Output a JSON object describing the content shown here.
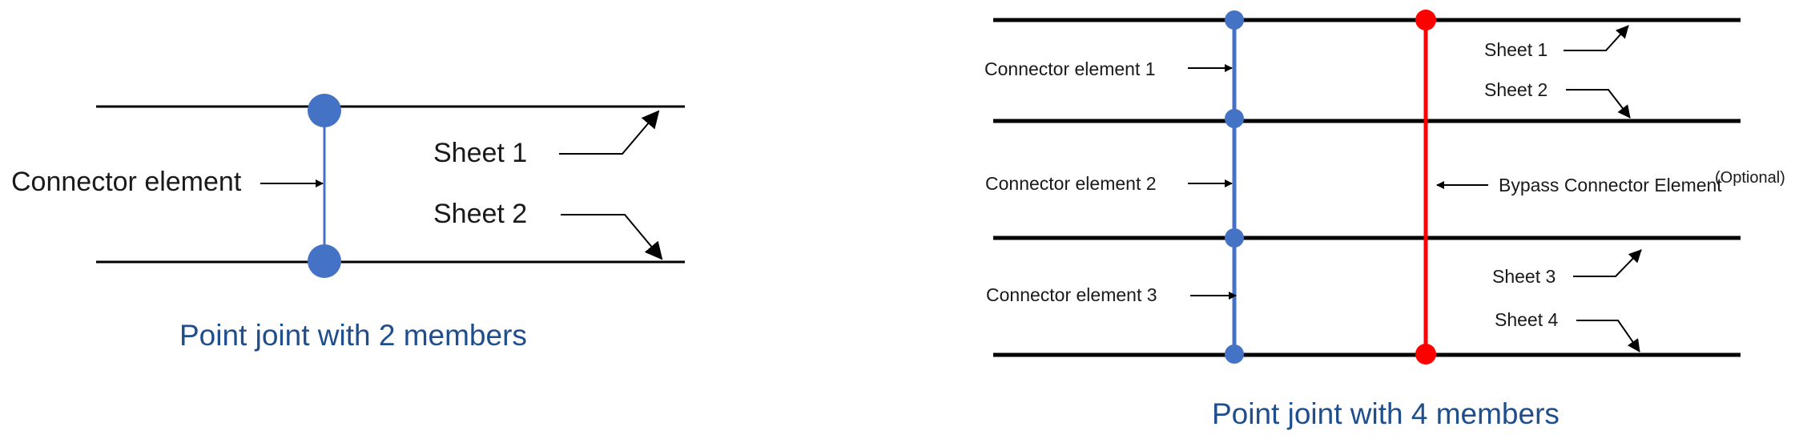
{
  "left_diagram": {
    "connector_label": "Connector element",
    "sheet1_label": "Sheet 1",
    "sheet2_label": "Sheet 2",
    "caption": "Point joint with 2 members",
    "node_color": "#4472c4",
    "line_color": "#4472c4"
  },
  "right_diagram": {
    "connector1_label": "Connector element  1",
    "connector2_label": "Connector element  2",
    "connector3_label": "Connector element  3",
    "sheet1_label": "Sheet 1",
    "sheet2_label": "Sheet 2",
    "sheet3_label": "Sheet 3",
    "sheet4_label": "Sheet 4",
    "bypass_label": "Bypass Connector Element",
    "optional_label": "(Optional)",
    "caption": "Point joint with 4 members",
    "connector_color": "#4472c4",
    "bypass_color": "#ff0000"
  }
}
